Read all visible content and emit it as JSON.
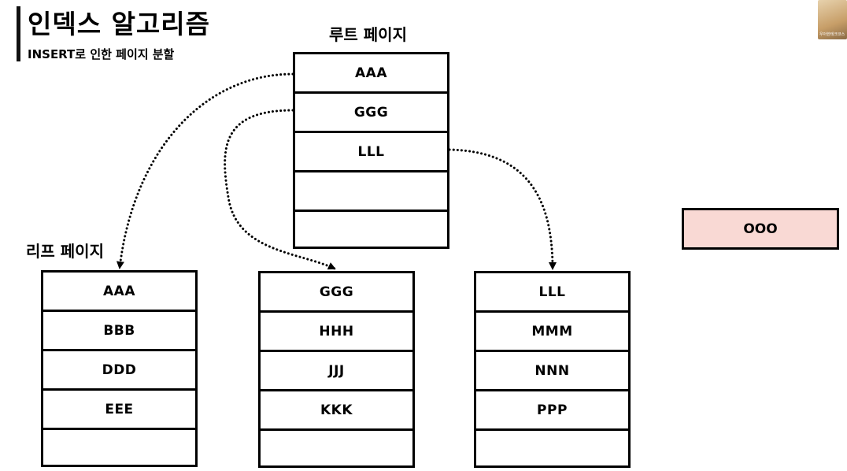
{
  "header": {
    "title": "인덱스 알고리즘",
    "subtitle": "INSERT로 인한 페이지 분할"
  },
  "root_page": {
    "label": "루트 페이지",
    "keys": [
      "AAA",
      "GGG",
      "LLL",
      "",
      ""
    ]
  },
  "leaf_label": "리프 페이지",
  "leaf_pages": [
    {
      "keys": [
        "AAA",
        "BBB",
        "DDD",
        "EEE",
        ""
      ]
    },
    {
      "keys": [
        "GGG",
        "HHH",
        "JJJ",
        "KKK",
        ""
      ]
    },
    {
      "keys": [
        "LLL",
        "MMM",
        "NNN",
        "PPP",
        ""
      ]
    }
  ],
  "new_key": {
    "value": "OOO",
    "color": "#f9d9d4"
  },
  "thumbnail": {
    "caption": "우아한테크코스"
  }
}
